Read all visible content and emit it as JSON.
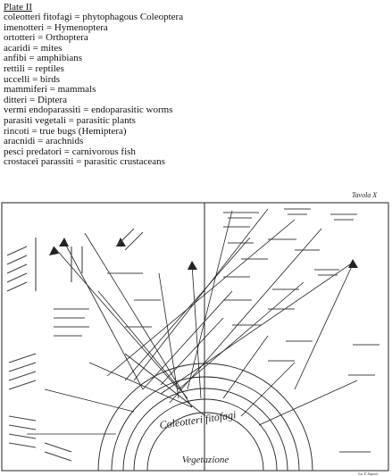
{
  "legend": {
    "title": "Plate II",
    "items": [
      "coleotteri fitofagi = phytophagous Coleoptera",
      "imenotteri = Hymenoptera",
      "ortotteri = Orthoptera",
      "acaridi = mites",
      "anfibi = amphibians",
      "rettili = reptiles",
      "uccelli = birds",
      "mammiferi = mammals",
      "ditteri = Diptera",
      "vermi endoparassiti = endoparasitic worms",
      "parasiti vegetali = parasitic plants",
      "rincoti = true bugs (Hemiptera)",
      "aracnidi = arachnids",
      "pesci predatori = carnivorous fish",
      "crostacei parassiti = parasitic crustaceans"
    ]
  },
  "plate": {
    "corner_label": "Tavola X",
    "center_label": "Vegetazione",
    "arc_label": "Coleotteri fitofagi",
    "footer_credit": "Lit. F. Saponi"
  }
}
